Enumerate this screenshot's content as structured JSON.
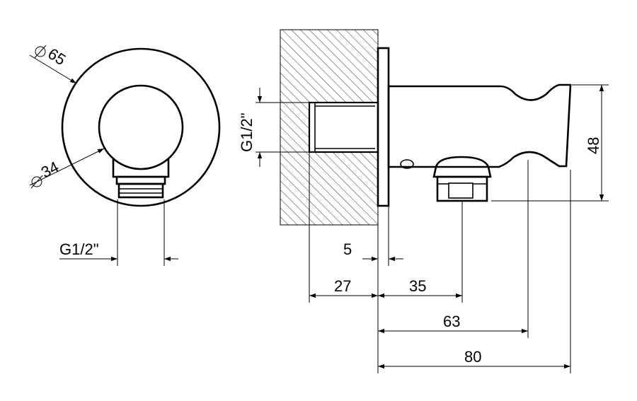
{
  "front_view": {
    "outer_diameter_label": "65",
    "inner_diameter_label": "34",
    "thread_label": "G1/2\""
  },
  "side_view": {
    "thread_label": "G1/2\"",
    "height_label": "48",
    "flange_thickness_label": "5",
    "thread_depth_label": "27",
    "outlet_position_label": "35",
    "holder_center_label": "63",
    "overall_length_label": "80"
  },
  "symbols": {
    "diameter": "⌀"
  }
}
